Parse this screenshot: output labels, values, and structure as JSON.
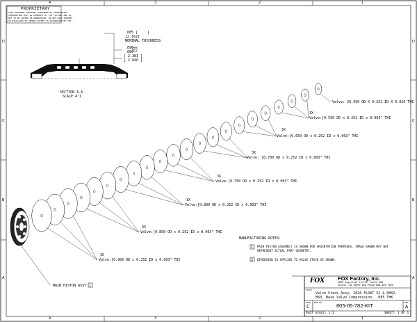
{
  "border": {
    "columns_top": [
      "4",
      "3",
      "2",
      "1"
    ],
    "columns_bottom": [
      "4",
      "3",
      "2",
      "1"
    ],
    "rows_left": [
      "D",
      "C",
      "B",
      "A"
    ],
    "rows_right": [
      "D",
      "C",
      "B",
      "A"
    ]
  },
  "proprietary": {
    "header": "PROPRIETARY",
    "lines": [
      "THIS DOCUMENT CONTAINS CONFIDENTIAL PROPRIETARY",
      "INFORMATION THAT IS PROPERTY OF FOX FACTORY AND IS",
      "NOT TO BE COPIED OR REPRODUCED, OR ANY PART THEREOF,",
      "OR DISCLOSED TO OTHERS EXCEPT AS AUTHORIZED BY FOX"
    ]
  },
  "section_view": {
    "dim1": ".085  [",
    "dim1_bracket": "]",
    "dim1_metric": "[2.162]",
    "dim1_note": "NOMINAL THICKNESS",
    "dim2a": ".096",
    "dim2b": ".080",
    "dim2_callout": "2",
    "dim2_metric_a": "[ 2.383 ]",
    "dim2_metric_b": "[ 2.040 ]",
    "label": "SECTION  A-A",
    "scale": "SCALE 4:1"
  },
  "valves": [
    {
      "text": "Valve: 20.450 OD X 0.252 ID X 0.020 THI",
      "multiplier": ""
    },
    {
      "text": "Valve:[0.550 OD x 0.252 ID x 0.003\" THI",
      "multiplier": "3X"
    },
    {
      "text": "Valve:[0.650 OD x 0.252 ID x 0.003\" THI",
      "multiplier": "3X"
    },
    {
      "text": "Valve: [0.700 OD x 0.252 ID x 0.003\" THI",
      "multiplier": "3X"
    },
    {
      "text": "Valve:[0.750 OD x 0.252 ID x 0.003\" THI",
      "multiplier": "3X"
    },
    {
      "text": "Valve:[0.800 OD x 0.252 ID x 0.003\" THI",
      "multiplier": "3X"
    },
    {
      "text": "Valve:[0.850 OD x 0.252 ID x 0.003\" THI",
      "multiplier": "3X"
    },
    {
      "text": "Valve:[0.900 OD x 0.252 ID x 0.003\" THI",
      "multiplier": "3X"
    }
  ],
  "main_piston": {
    "label": "MAIN PISTON ASSY",
    "callout": "1"
  },
  "notes": {
    "header": "MANUFACTURING NOTES:",
    "items": [
      {
        "num": "1",
        "lines": [
          "MAIN PISTON ASSEMBLY IS SHOWN FOR ORIENTATION PURPOSES. IMAGE SHOWN MAY NOT",
          "REPRESENT ACTUAL PART GEOMETRY."
        ]
      },
      {
        "num": "2",
        "lines": [
          "DIMENSION IS APPLIED TO VALVE STACK AS SHOWN."
        ]
      }
    ]
  },
  "title_block": {
    "logo": "FOX",
    "company": "FOX Factory, Inc.",
    "address_lines": [
      "2055 Sugarloaf Circle, Suite 300",
      "Duluth, GA 30097 USA  Phone 800-369-7469"
    ],
    "title_label": "TITLE",
    "title_lines": [
      "Valve Stack Assy, 2026 FLOAT X2 & DHX2,",
      "B60, Base Valve Compression, .085 THK"
    ],
    "size_label": "SIZE",
    "size": "C",
    "dwg_label": "DWG NO.",
    "dwg_no": "805-05-782-KIT",
    "rev_label": "REV",
    "rev": "A",
    "plot_scale": "PLOT SCALE:  1:1",
    "sheet": "SHEET:  1 OF 1"
  }
}
